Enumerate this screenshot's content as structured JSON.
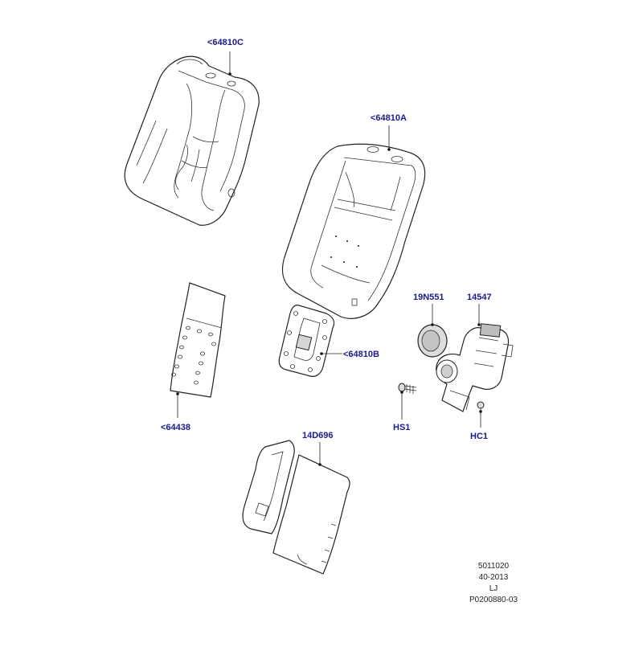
{
  "callouts": {
    "c64810c": "<64810C",
    "c64810a": "<64810A",
    "c19n551": "19N551",
    "c14547": "14547",
    "c64810b": "<64810B",
    "c64438": "<64438",
    "chs1": "HS1",
    "chc1": "HC1",
    "c14d696": "14D696"
  },
  "reference": {
    "line1": "5011020",
    "line2": "40-2013",
    "line3": "LJ",
    "line4": "P0200880-03"
  },
  "colors": {
    "callout_text": "#1a1a8c",
    "line_art": "#222222",
    "background": "#ffffff"
  }
}
